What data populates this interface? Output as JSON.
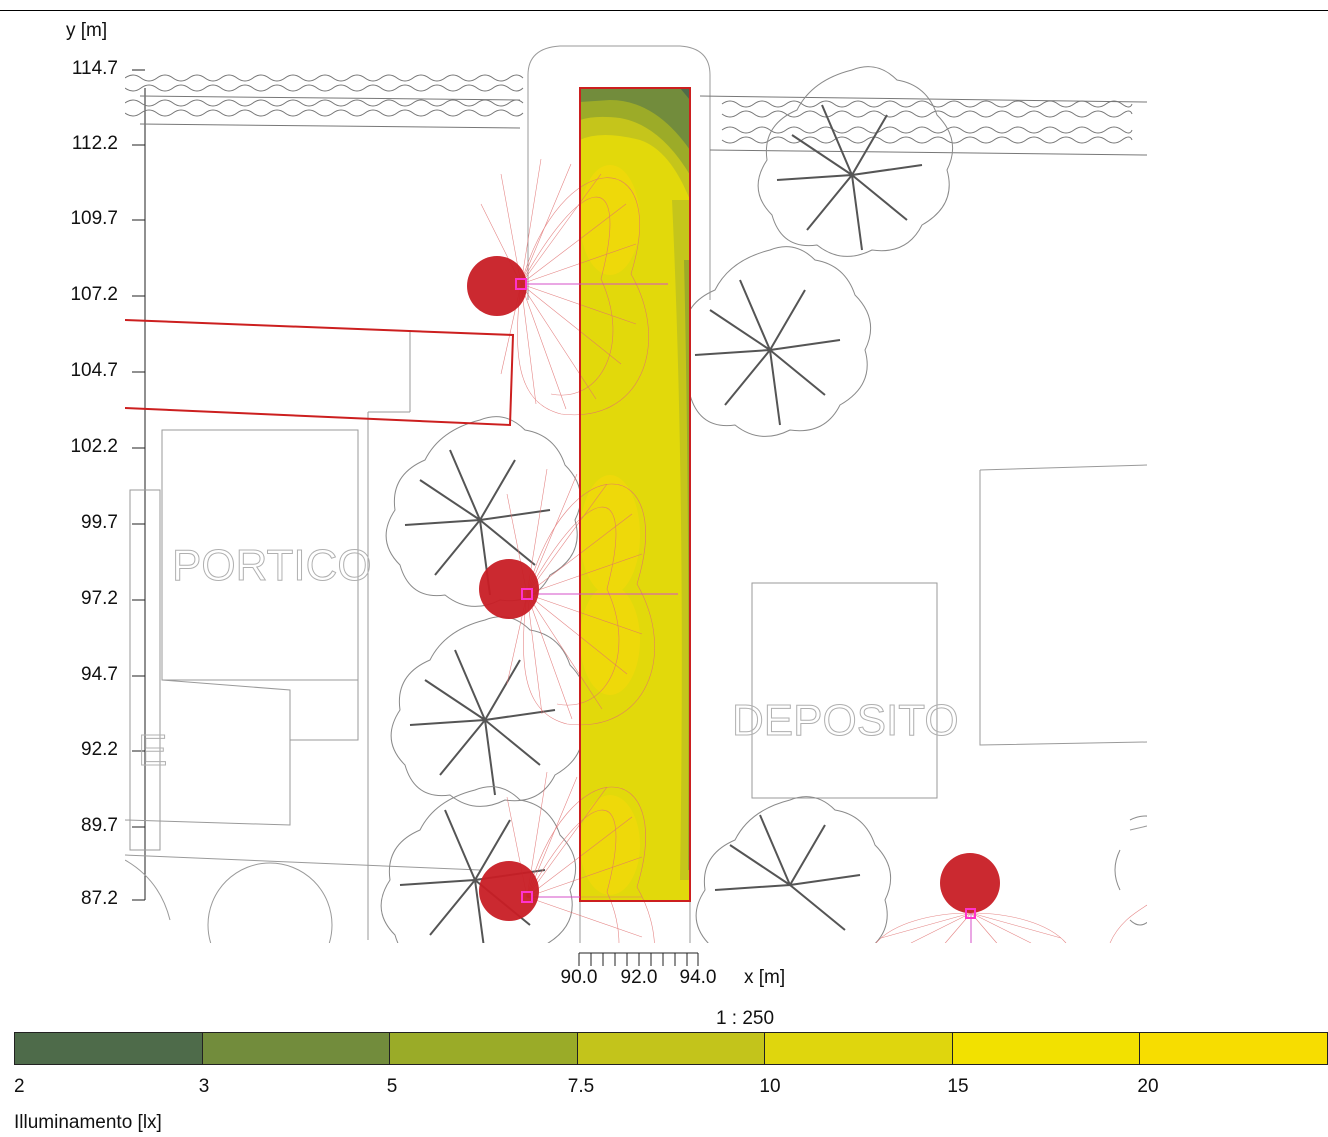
{
  "plan": {
    "y_axis_label": "y [m]",
    "x_axis_label": "x [m]",
    "y_ticks": [
      "114.7",
      "112.2",
      "109.7",
      "107.2",
      "104.7",
      "102.2",
      "99.7",
      "97.2",
      "94.7",
      "92.2",
      "89.7",
      "87.2"
    ],
    "x_ticks": [
      "90.0",
      "92.0",
      "94.0"
    ],
    "scale": "1 : 250",
    "room_labels": [
      "PORTICO",
      "DEPOSITO",
      "E"
    ]
  },
  "legend": {
    "title": "Illuminamento [lx]",
    "values": [
      "2",
      "3",
      "5",
      "7.5",
      "10",
      "15",
      "20"
    ],
    "colors": [
      "#4e6b4a",
      "#728c3c",
      "#9aab28",
      "#c3c41b",
      "#dfd60d",
      "#f2e100",
      "#f7dd00"
    ]
  }
}
